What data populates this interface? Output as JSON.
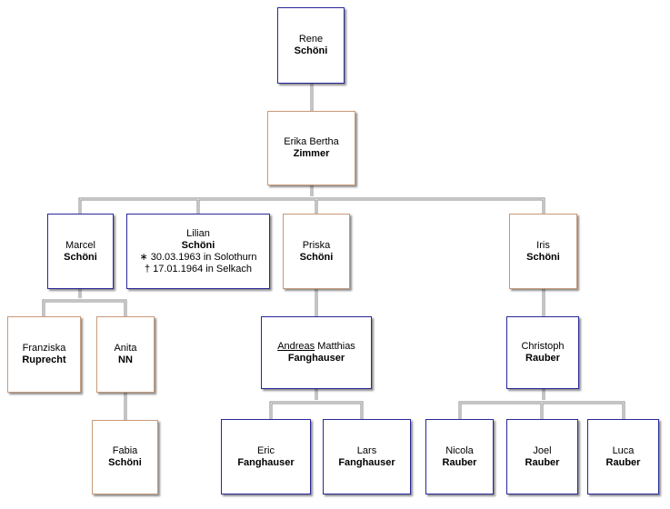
{
  "people": {
    "rene": {
      "given": "Rene",
      "surname": "Schöni"
    },
    "erika": {
      "given": "Erika Bertha",
      "surname": "Zimmer"
    },
    "marcel": {
      "given": "Marcel",
      "surname": "Schöni"
    },
    "lilian": {
      "given": "Lilian",
      "surname": "Schöni",
      "birth": "∗ 30.03.1963 in Solothurn",
      "death": "† 17.01.1964 in Selkach"
    },
    "priska": {
      "given": "Priska",
      "surname": "Schöni"
    },
    "iris": {
      "given": "Iris",
      "surname": "Schöni"
    },
    "franziska": {
      "given": "Franziska",
      "surname": "Ruprecht"
    },
    "anita": {
      "given": "Anita",
      "surname": "NN"
    },
    "andreas": {
      "given_underlined": "Andreas",
      "given_rest": "Matthias",
      "surname": "Fanghauser"
    },
    "christoph": {
      "given": "Christoph",
      "surname": "Rauber"
    },
    "fabia": {
      "given": "Fabia",
      "surname": "Schöni"
    },
    "eric": {
      "given": "Eric",
      "surname": "Fanghauser"
    },
    "lars": {
      "given": "Lars",
      "surname": "Fanghauser"
    },
    "nicola": {
      "given": "Nicola",
      "surname": "Rauber"
    },
    "joel": {
      "given": "Joel",
      "surname": "Rauber"
    },
    "luca": {
      "given": "Luca",
      "surname": "Rauber"
    }
  },
  "colors": {
    "male_border": "#28289a",
    "female_border": "#c89a78",
    "line": "#8a8a8a"
  }
}
